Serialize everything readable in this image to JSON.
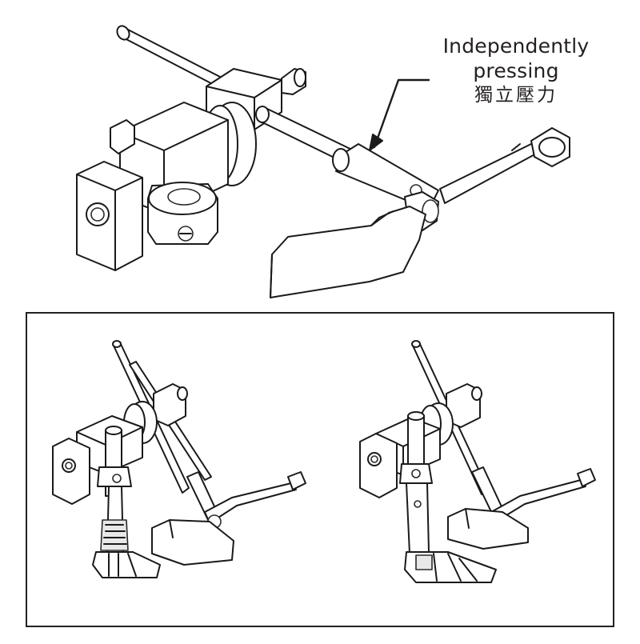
{
  "callout": {
    "line1": "Independently",
    "line2": "pressing",
    "line3": "獨立壓力"
  },
  "colors": {
    "ink": "#1a1a1a",
    "background": "#ffffff",
    "frame": "#222222"
  }
}
